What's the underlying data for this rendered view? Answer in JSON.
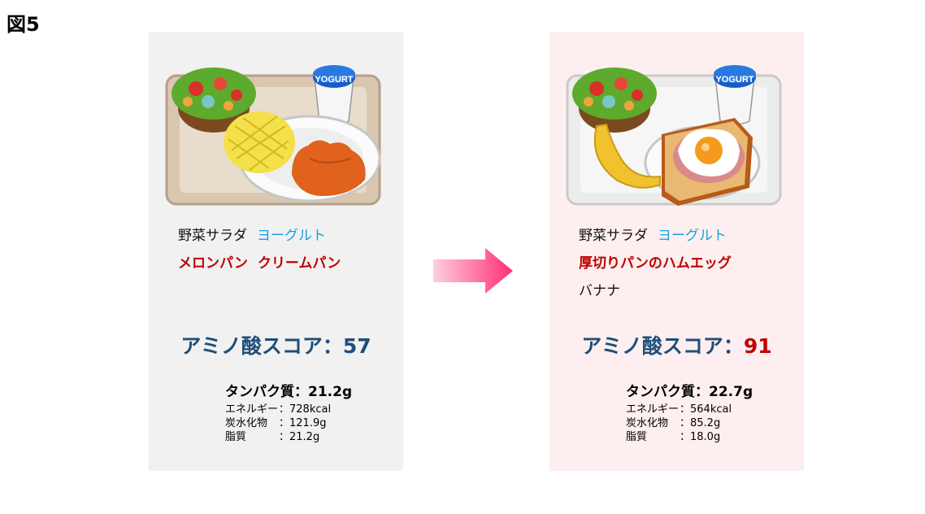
{
  "figure_label": "図5",
  "left": {
    "foods_line1": [
      {
        "text": "野菜サラダ",
        "color": "black"
      },
      {
        "text": "ヨーグルト",
        "color": "blue"
      }
    ],
    "foods_line2": [
      "メロンパン",
      "クリームパン"
    ],
    "score_label": "アミノ酸スコア：",
    "score_value": "57",
    "protein": "タンパク質：21.2g",
    "energy_label": "エネルギー",
    "energy_value": "：728kcal",
    "carb_label": "炭水化物",
    "carb_value": "：121.9g",
    "fat_label": "脂質",
    "fat_value": "：21.2g",
    "yogurt_text": "YOGURT"
  },
  "right": {
    "foods_line1": [
      {
        "text": "野菜サラダ",
        "color": "black"
      },
      {
        "text": "ヨーグルト",
        "color": "blue"
      }
    ],
    "foods_line2": [
      "厚切りパンのハムエッグ"
    ],
    "foods_line3": "バナナ",
    "score_label": "アミノ酸スコア：",
    "score_value": "91",
    "protein": "タンパク質：22.7g",
    "energy_label": "エネルギー",
    "energy_value": "：564kcal",
    "carb_label": "炭水化物",
    "carb_value": "：85.2g",
    "fat_label": "脂質",
    "fat_value": "：18.0g",
    "yogurt_text": "YOGURT"
  },
  "colors": {
    "left_panel_bg": "#f1f1f1",
    "right_panel_bg": "#fdeff0",
    "score_blue": "#1f4e79",
    "highlight_red": "#c00000",
    "yogurt_blue": "#1aa0dc",
    "arrow_pink": "#ff2d78"
  },
  "icons": {
    "left_meal": "meal-tray-melonpan-creampan-illustration",
    "right_meal": "meal-tray-hamegg-toast-banana-illustration",
    "arrow": "right-arrow-icon"
  }
}
